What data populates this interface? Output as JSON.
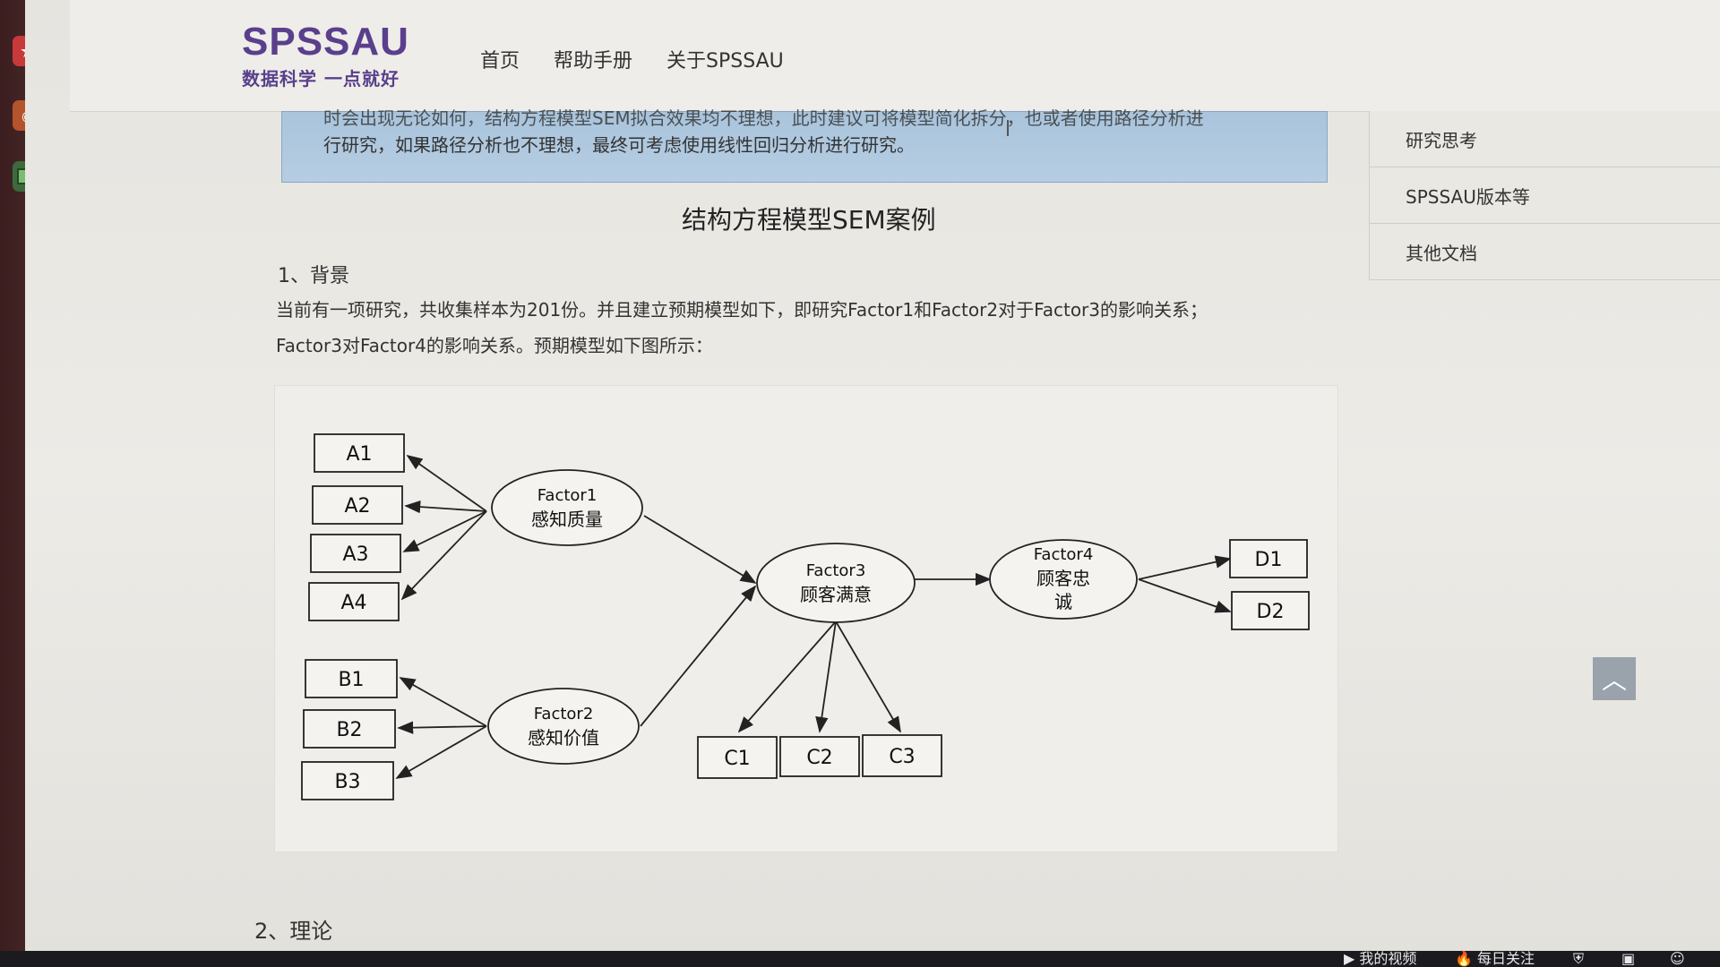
{
  "site": {
    "logo": "SPSSAU",
    "slogan": "数据科学 一点就好",
    "nav": [
      "首页",
      "帮助手册",
      "关于SPSSAU"
    ]
  },
  "note": {
    "line1": "时会出现无论如何，结构方程模型SEM拟合效果均不理想，此时建议可将模型简化拆分，也或者使用路径分析进",
    "line2": "行研究，如果路径分析也不理想，最终可考虑使用线性回归分析进行研究。"
  },
  "sidebar": {
    "items": [
      "研究思考",
      "SPSSAU版本等",
      "其他文档"
    ]
  },
  "article": {
    "title": "结构方程模型SEM案例",
    "section1": "1、背景",
    "para_line1": "当前有一项研究，共收集样本为201份。并且建立预期模型如下，即研究Factor1和Factor2对于Factor3的影响关系；",
    "para_line2": "Factor3对Factor4的影响关系。预期模型如下图所示：",
    "section2": "2、理论"
  },
  "diagram": {
    "factors": [
      {
        "id": "f1",
        "name": "Factor1",
        "cn": "感知质量"
      },
      {
        "id": "f2",
        "name": "Factor2",
        "cn": "感知价值"
      },
      {
        "id": "f3",
        "name": "Factor3",
        "cn": "顾客满意"
      },
      {
        "id": "f4",
        "name": "Factor4",
        "cn": "顾客忠",
        "cn2": "诚"
      }
    ],
    "boxes": [
      "A1",
      "A2",
      "A3",
      "A4",
      "B1",
      "B2",
      "B3",
      "C1",
      "C2",
      "C3",
      "D1",
      "D2"
    ]
  },
  "back_top_icon": "chevron-up-icon",
  "taskbar": {
    "items": [
      "我的视频",
      "每日关注"
    ]
  }
}
